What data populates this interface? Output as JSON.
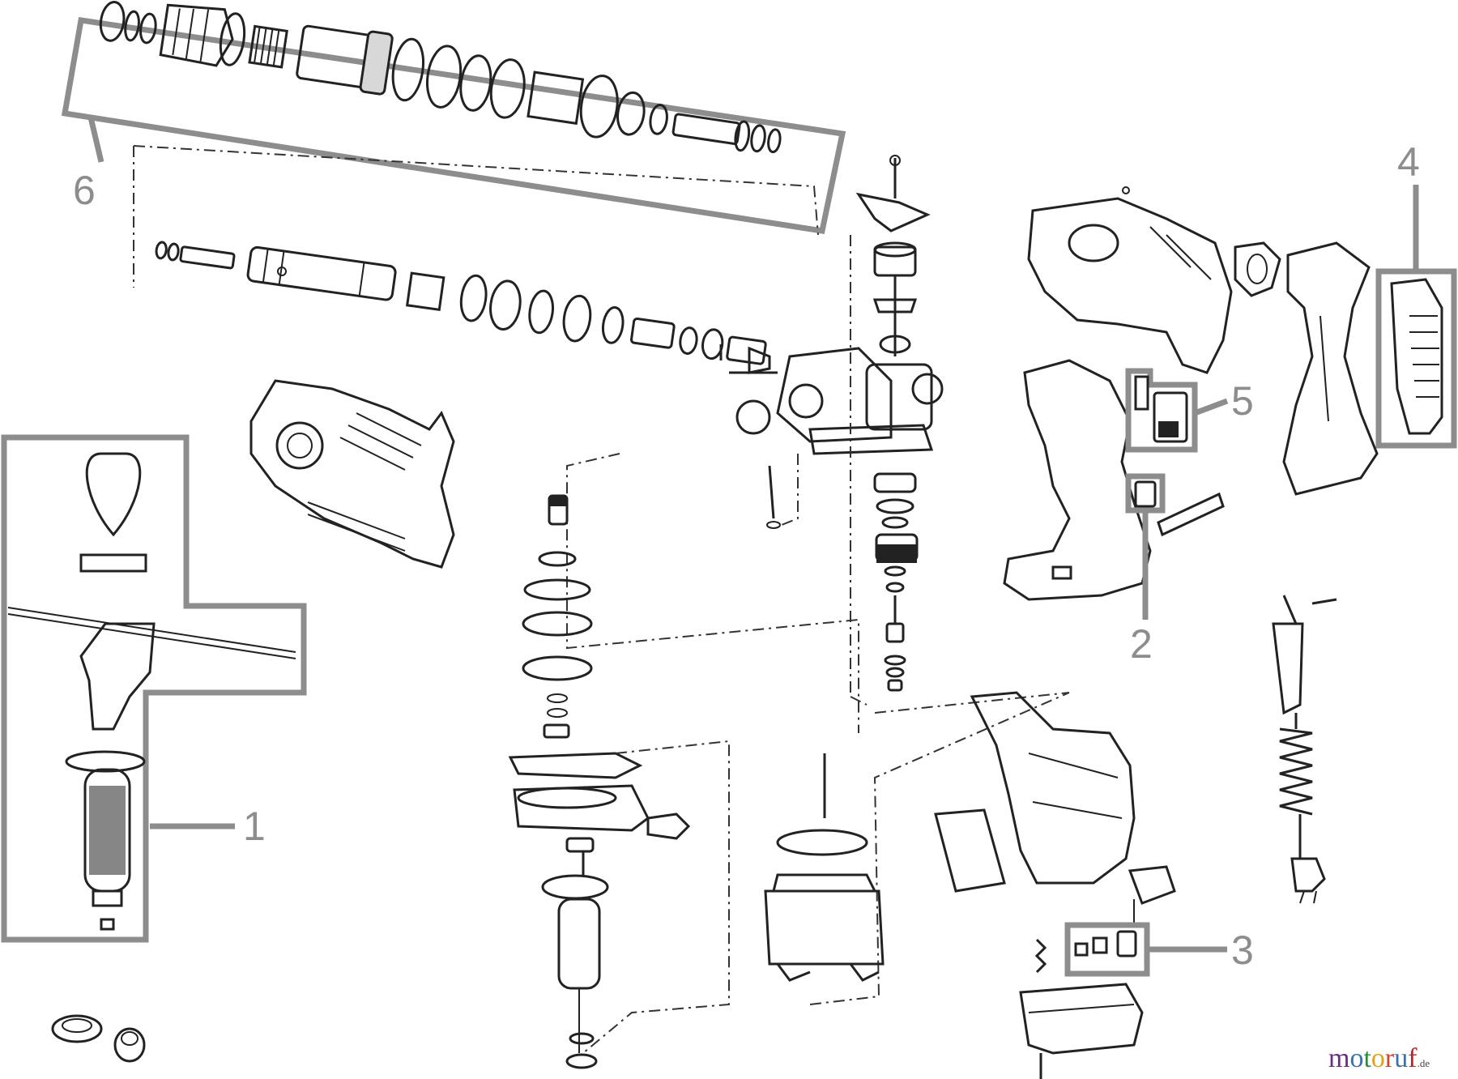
{
  "callouts": [
    {
      "number": "1"
    },
    {
      "number": "2"
    },
    {
      "number": "3"
    },
    {
      "number": "4"
    },
    {
      "number": "5"
    },
    {
      "number": "6"
    }
  ],
  "watermark": {
    "brand": "motoruf",
    "tld": ".de",
    "colors": {
      "m": "#6b2c84",
      "o1": "#3a6fb2",
      "t": "#2b8c3c",
      "o2": "#e0a11b",
      "r": "#d8402a",
      "u": "#3a6fb2",
      "f": "#b8252a",
      "tld": "#444444"
    }
  },
  "colors": {
    "line": "#222222",
    "callout": "#8d8d8d",
    "background": "#ffffff"
  }
}
